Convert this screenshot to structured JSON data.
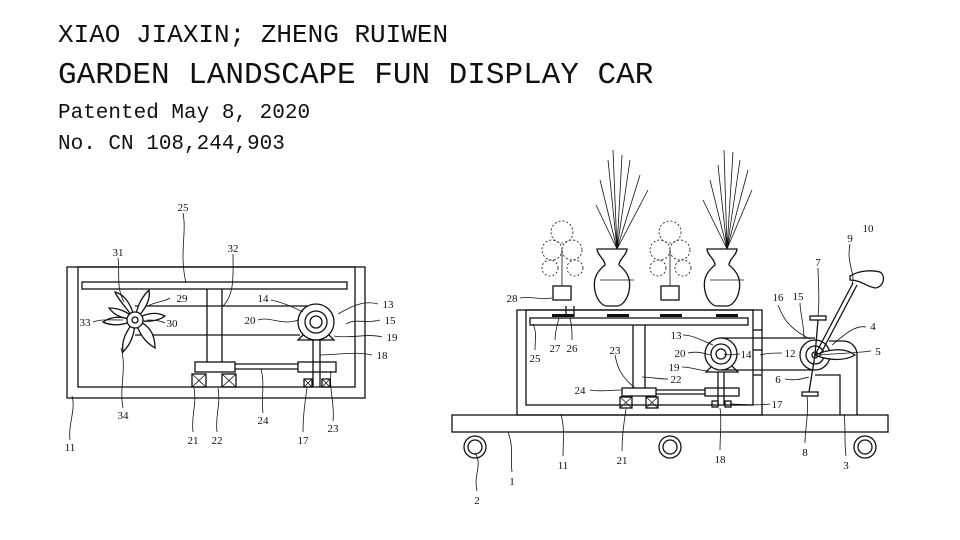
{
  "header": {
    "inventors": "XIAO JIAXIN; ZHENG RUIWEN",
    "title": "GARDEN LANDSCAPE FUN DISPLAY CAR",
    "patented": "Patented May 8, 2020",
    "number": "No. CN 108,244,903"
  },
  "figure1": {
    "labels": [
      "25",
      "31",
      "32",
      "29",
      "14",
      "13",
      "33",
      "30",
      "20",
      "15",
      "19",
      "18",
      "34",
      "24",
      "23",
      "11",
      "21",
      "22",
      "17"
    ]
  },
  "figure2": {
    "labels": [
      "28",
      "27",
      "26",
      "25",
      "23",
      "22",
      "24",
      "13",
      "20",
      "14",
      "19",
      "12",
      "16",
      "15",
      "7",
      "9",
      "10",
      "4",
      "5",
      "6",
      "17",
      "8",
      "3",
      "21",
      "18",
      "11",
      "1",
      "2"
    ]
  }
}
